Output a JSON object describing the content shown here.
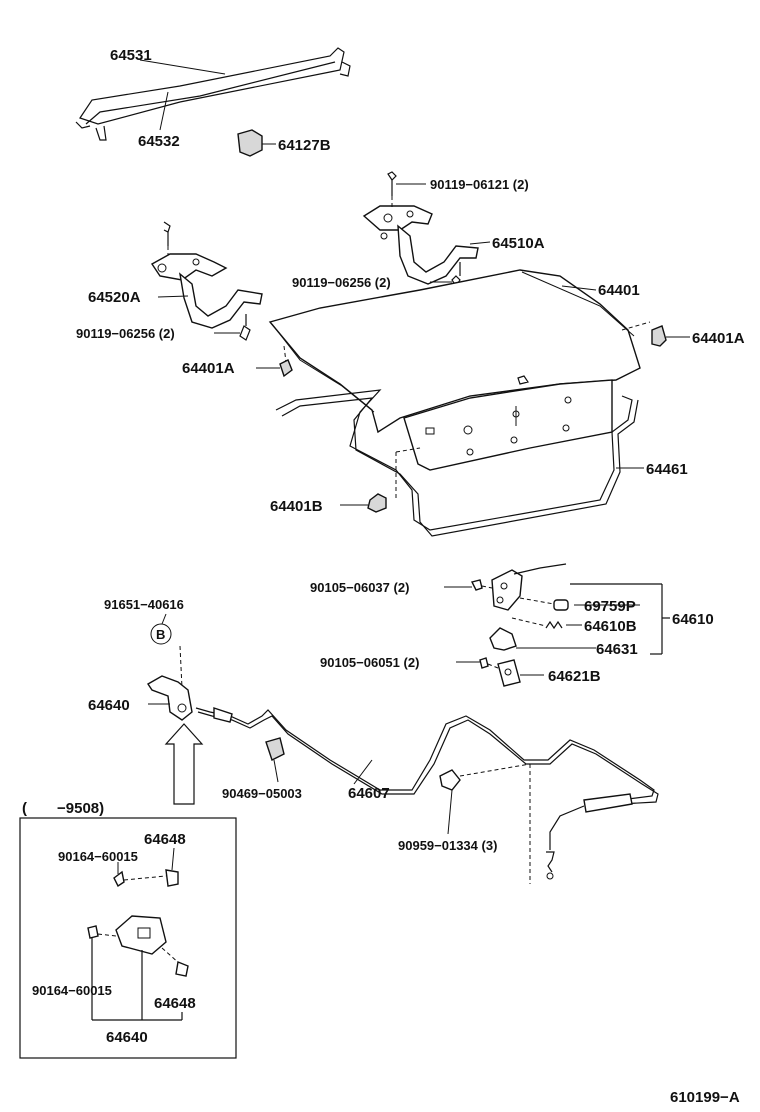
{
  "labels": {
    "p64531": "64531",
    "p64532": "64532",
    "p64127B": "64127B",
    "p90119_06121": "90119−06121 (2)",
    "p64510A": "64510A",
    "p90119_06256_r": "90119−06256 (2)",
    "p64401": "64401",
    "p64520A": "64520A",
    "p90119_06256_l": "90119−06256 (2)",
    "p64401A_r": "64401A",
    "p64401A_l": "64401A",
    "p64461": "64461",
    "p64401B": "64401B",
    "p90105_06037": "90105−06037 (2)",
    "p69759P": "69759P",
    "p64610": "64610",
    "p64610B": "64610B",
    "p64631": "64631",
    "p90105_06051": "90105−06051 (2)",
    "p64621B": "64621B",
    "p91651_40616": "91651−40616",
    "callout_b": "B",
    "p64640": "64640",
    "p90469_05003": "90469−05003",
    "p64607": "64607",
    "p90959_01334": "90959−01334 (3)",
    "inset_date": "(　　−9508)",
    "inset_64648_top": "64648",
    "inset_90164_top": "90164−60015",
    "inset_90164_bot": "90164−60015",
    "inset_64648_bot": "64648",
    "inset_64640": "64640",
    "figure_code": "610199−A"
  }
}
